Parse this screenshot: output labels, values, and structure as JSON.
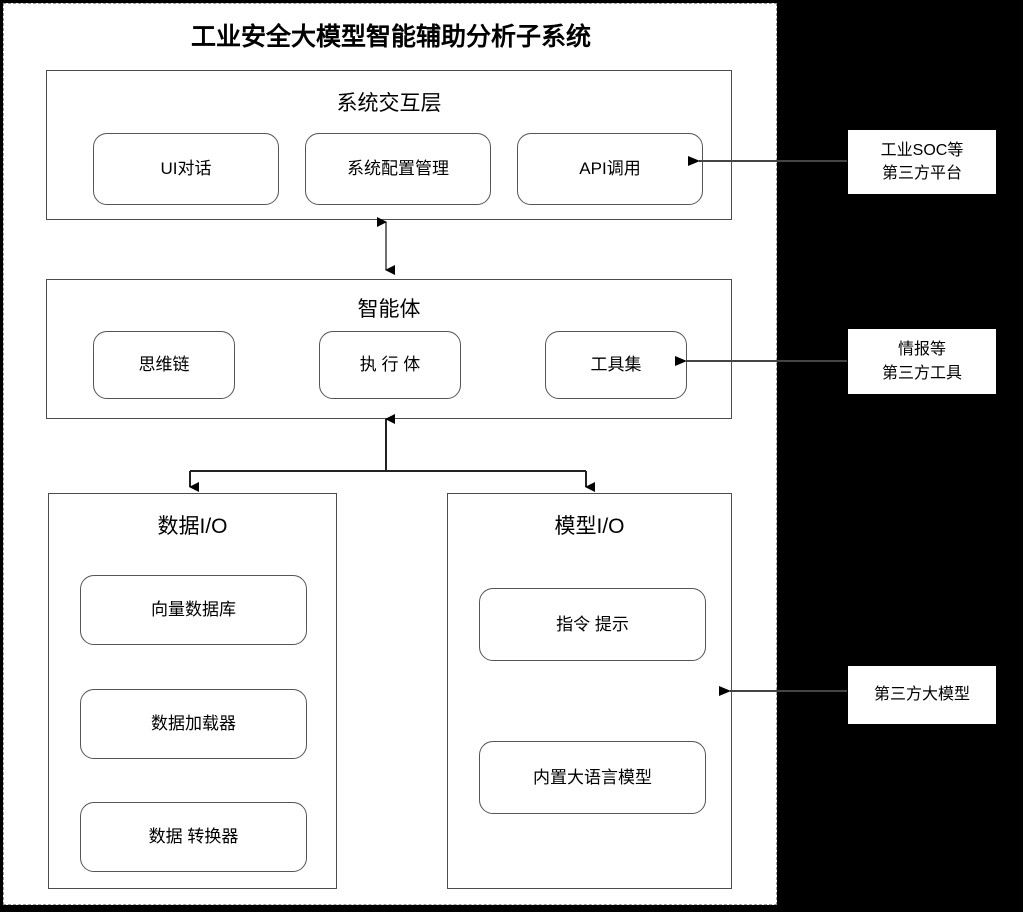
{
  "page": {
    "title": "工业安全大模型智能辅助分析子系统",
    "background_color": "#000000",
    "panel_color": "#ffffff"
  },
  "layers": [
    {
      "id": "interaction",
      "title": "系统交互层",
      "nodes": [
        {
          "id": "ui-dialog",
          "label": "UI对话"
        },
        {
          "id": "config-mgmt",
          "label": "系统配置管理"
        },
        {
          "id": "api-call",
          "label": "API调用"
        }
      ]
    },
    {
      "id": "agent",
      "title": "智能体",
      "nodes": [
        {
          "id": "chain-of-thought",
          "label": "思维链"
        },
        {
          "id": "executor",
          "label": "执 行 体"
        },
        {
          "id": "toolset",
          "label": "工具集"
        }
      ]
    },
    {
      "id": "data-io",
      "title": "数据I/O",
      "nodes": [
        {
          "id": "vector-db",
          "label": "向量数据库"
        },
        {
          "id": "data-loader",
          "label": "数据加载器"
        },
        {
          "id": "data-transformer",
          "label": "数据 转换器"
        }
      ]
    },
    {
      "id": "model-io",
      "title": "模型I/O",
      "nodes": [
        {
          "id": "prompt",
          "label": "指令 提示"
        },
        {
          "id": "builtin-llm",
          "label": "内置大语言模型"
        }
      ]
    }
  ],
  "external": [
    {
      "id": "third-party-platform",
      "line1": "工业SOC等",
      "line2": "第三方平台"
    },
    {
      "id": "third-party-tools",
      "line1": "情报等",
      "line2": "第三方工具"
    },
    {
      "id": "third-party-llm",
      "line1": "第三方大模型",
      "line2": ""
    }
  ]
}
